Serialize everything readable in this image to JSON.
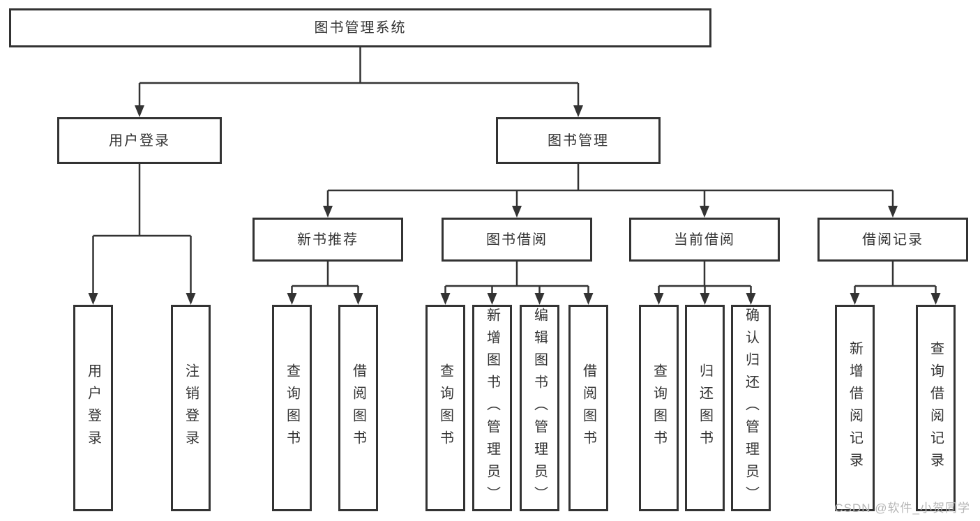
{
  "diagram": {
    "title": "图书管理系统",
    "root": {
      "label": "图书管理系统"
    },
    "level2": [
      {
        "label": "用户登录"
      },
      {
        "label": "图书管理"
      }
    ],
    "level3": [
      {
        "label": "新书推荐"
      },
      {
        "label": "图书借阅"
      },
      {
        "label": "当前借阅"
      },
      {
        "label": "借阅记录"
      }
    ],
    "leaves": {
      "user_login": [
        "用户登录",
        "注销登录"
      ],
      "new_book": [
        "查询图书",
        "借阅图书"
      ],
      "book_borrow": [
        "查询图书",
        "新增图书（管理员）",
        "编辑图书（管理员）",
        "借阅图书"
      ],
      "current_borrow": [
        "查询图书",
        "归还图书",
        "确认归还（管理员）"
      ],
      "borrow_record": [
        "新增借阅记录",
        "查询借阅记录"
      ]
    }
  },
  "watermark": {
    "text": "CSDN @软件_小贺同学"
  },
  "colors": {
    "line": "#333333",
    "text": "#333333",
    "box_background": "#ffffff",
    "watermark": "#b6b6b6",
    "background": "#ffffff"
  }
}
